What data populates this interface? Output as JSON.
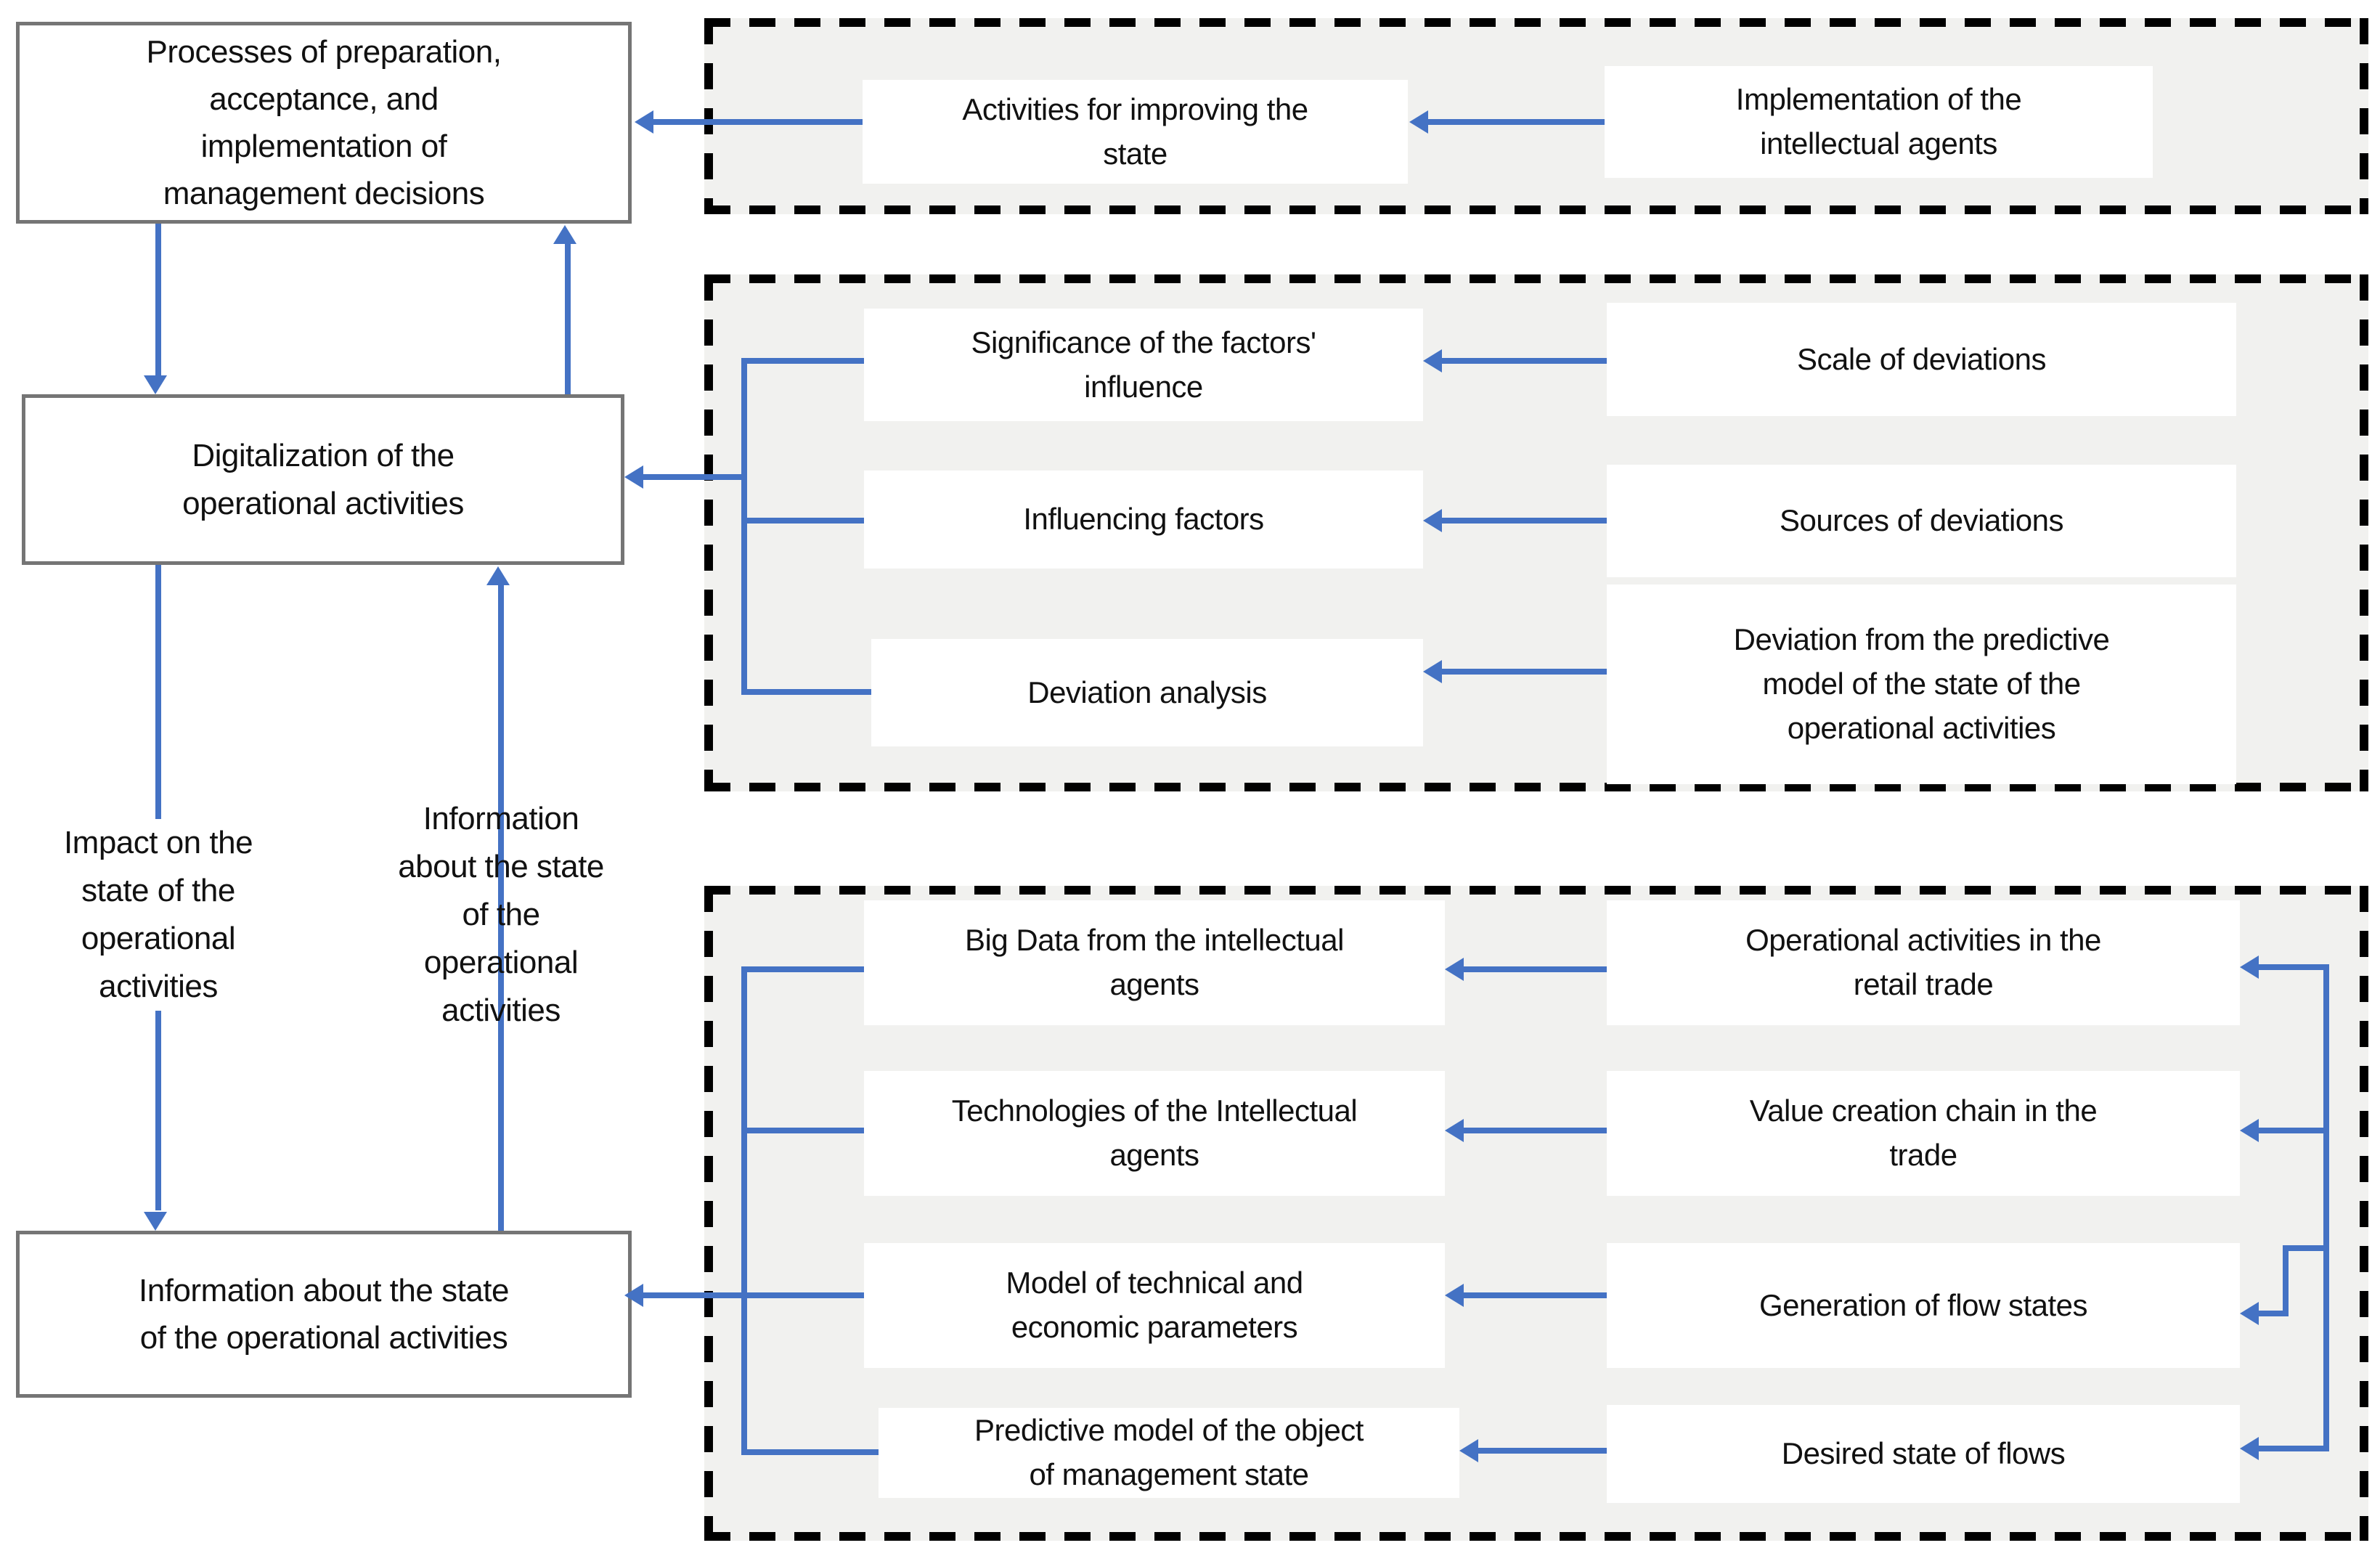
{
  "colors": {
    "accent": "#4472C4",
    "box_border": "#757575",
    "group_bg": "#f1f1ef",
    "dash": "#000000",
    "text": "#111111"
  },
  "left_column": {
    "process_box": "Processes of preparation,\nacceptance, and\nimplementation of\nmanagement decisions",
    "digitalization_box": "Digitalization of the\noperational activities",
    "information_box": "Information about the state\nof the operational activities",
    "impact_label": "Impact on the\nstate of the\noperational\nactivities",
    "info_flow_label": "Information\nabout the state\nof the\noperational\nactivities"
  },
  "group_improvement": {
    "activities_box": "Activities for improving the\nstate",
    "implementation_box": "Implementation of the\nintellectual agents"
  },
  "group_analysis": {
    "significance_box": "Significance of the factors'\ninfluence",
    "influencing_box": "Influencing factors",
    "deviation_analysis_box": "Deviation analysis",
    "scale_box": "Scale of deviations",
    "sources_box": "Sources of deviations",
    "deviation_model_box": "Deviation from the predictive\nmodel of the state of the\noperational activities"
  },
  "group_modeling": {
    "big_data_box": "Big Data from the intellectual\nagents",
    "technologies_box": "Technologies of the Intellectual\nagents",
    "model_params_box": "Model of technical and\neconomic parameters",
    "predictive_model_box": "Predictive model of the object\nof management state",
    "operational_box": "Operational activities in the\nretail trade",
    "value_chain_box": "Value creation chain in the\ntrade",
    "generation_box": "Generation of flow states",
    "desired_state_box": "Desired state of flows"
  }
}
